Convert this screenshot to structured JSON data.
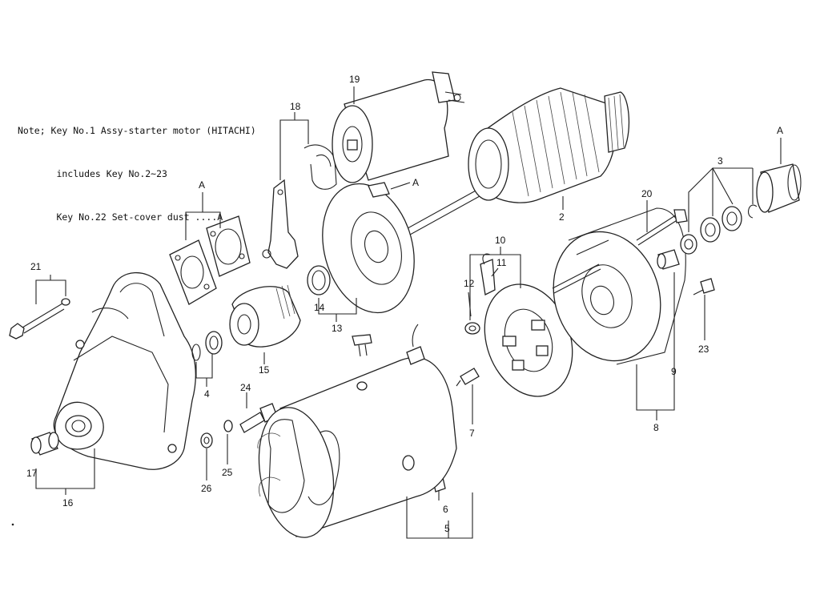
{
  "note": {
    "line1": "Note; Key No.1 Assy-starter motor (HITACHI)",
    "line2": "       includes Key No.2~23",
    "line3": "       Key No.22 Set-cover dust ....A"
  },
  "callouts": {
    "c2": "2",
    "c3": "3",
    "c4": "4",
    "c5": "5",
    "c6": "6",
    "c7": "7",
    "c8": "8",
    "c9": "9",
    "c10": "10",
    "c11": "11",
    "c12": "12",
    "c13": "13",
    "c14": "14",
    "c15": "15",
    "c16": "16",
    "c17": "17",
    "c18": "18",
    "c19": "19",
    "c20": "20",
    "c21": "21",
    "c23": "23",
    "c24": "24",
    "c25": "25",
    "c26": "26",
    "cA1": "A",
    "cA2": "A",
    "cA3": "A"
  }
}
